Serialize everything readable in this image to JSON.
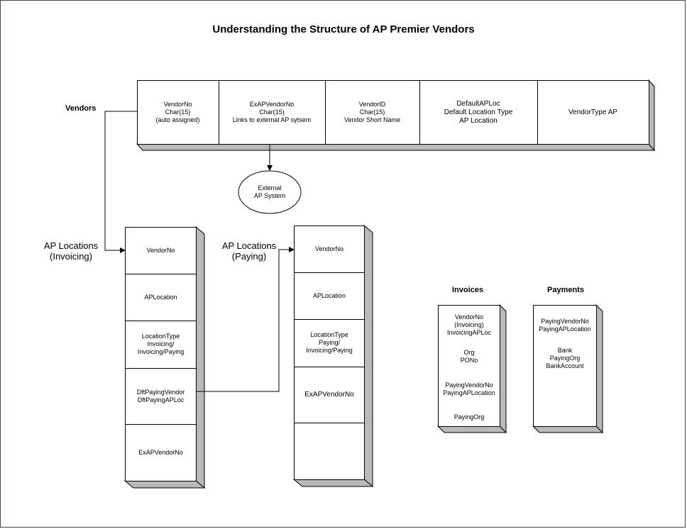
{
  "title": "Understanding the Structure of AP Premier Vendors",
  "vendors": {
    "label": "Vendors",
    "columns": [
      [
        "VendorNo",
        "Char(15)",
        "(auto assigned)"
      ],
      [
        "ExAPVendorNo",
        "Char(15)",
        "Links to external AP sytsem"
      ],
      [
        "VendorID",
        "Char(15)",
        "Vendor Short Name"
      ],
      [
        "DefaultAPLoc",
        "Default Location Type",
        "AP Location"
      ],
      [
        "VendorType AP"
      ]
    ]
  },
  "external": [
    "External",
    "AP System"
  ],
  "ap_invoicing": {
    "label": [
      "AP Locations",
      "(Invoicing)"
    ],
    "rows": [
      [
        "VendorNo"
      ],
      [
        "APLocation"
      ],
      [
        "LocationType",
        "Invoicing/",
        "Invoicing/Paying"
      ],
      [
        "DftPayingVendor",
        "DftPayingAPLoc"
      ],
      [
        "ExAPVendorNo"
      ]
    ]
  },
  "ap_paying": {
    "label": [
      "AP Locations",
      "(Paying)"
    ],
    "rows": [
      [
        "VendorNo"
      ],
      [
        "APLocation"
      ],
      [
        "LocationType",
        "Paying/",
        "Invoicing/Paying"
      ],
      [
        "ExAPVendorNo"
      ],
      []
    ]
  },
  "invoices": {
    "label": "Invoices",
    "groups": [
      [
        "VendorNo",
        "(Invoicing)",
        "InvoicingAPLoc"
      ],
      [
        "Org",
        "PONo"
      ],
      [
        "PayingVendorNo",
        "PayingAPLocation"
      ],
      [
        "PayingOrg"
      ]
    ]
  },
  "payments": {
    "label": "Payments",
    "groups": [
      [
        "PayingVendorNo",
        "PayingAPLocation"
      ],
      [
        "Bank",
        "PayingOrg",
        "BankAccount"
      ]
    ]
  }
}
